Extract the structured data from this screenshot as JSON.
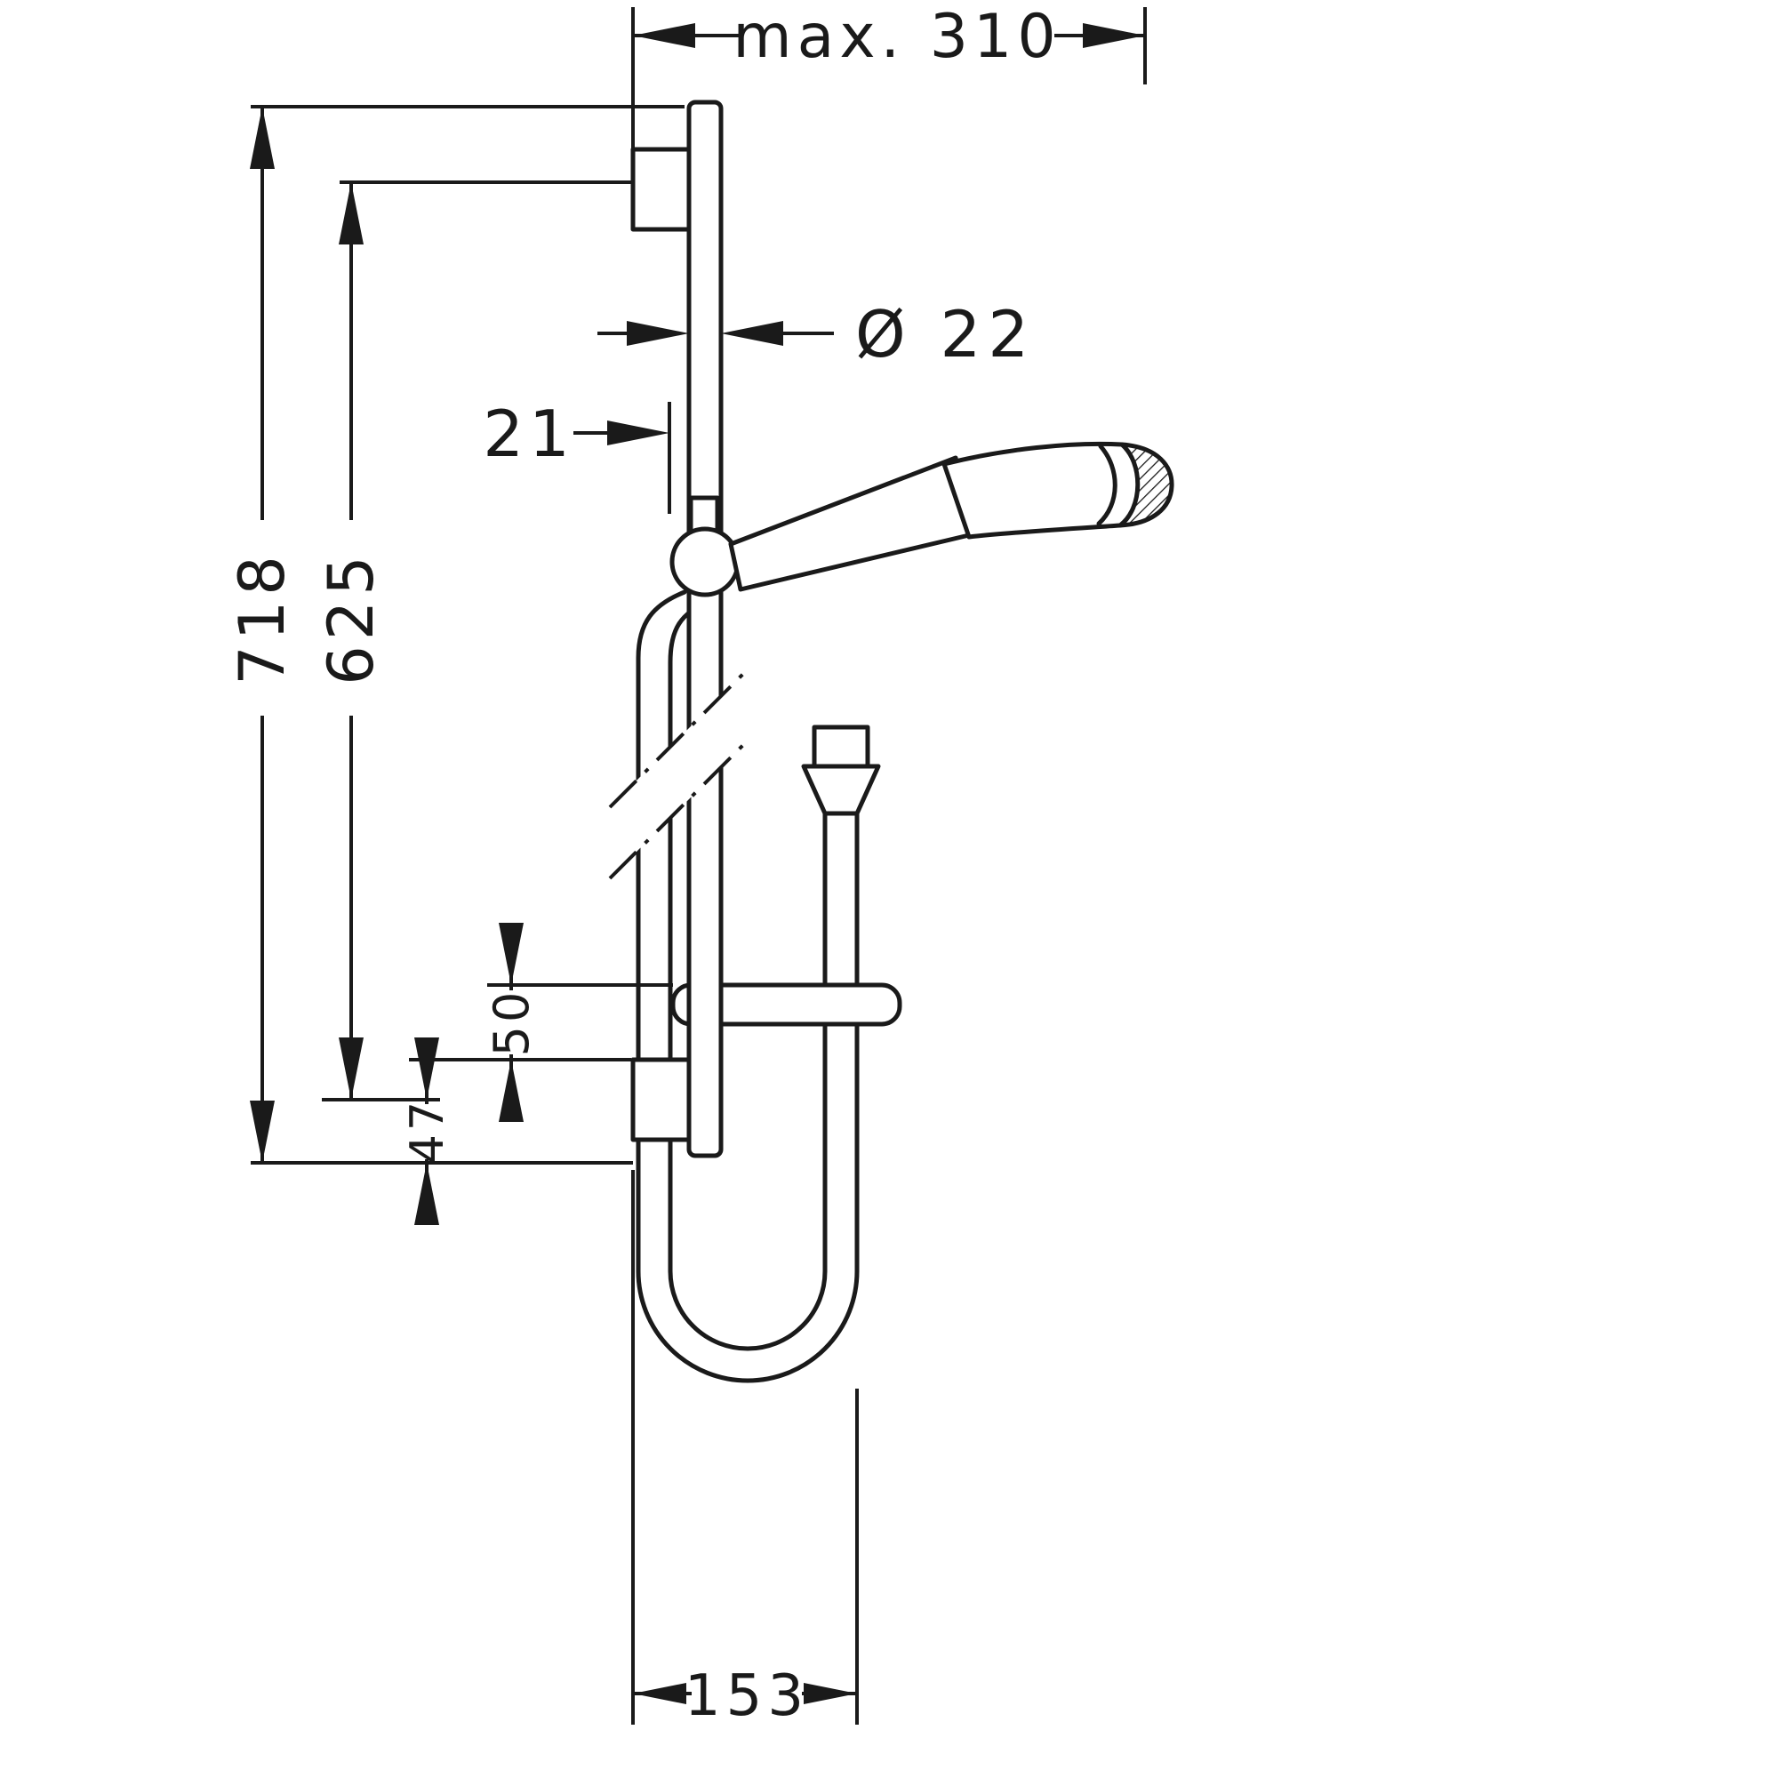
{
  "drawing": {
    "colors": {
      "ink": "#1a1a1a",
      "background": "#ffffff"
    },
    "dimensions": {
      "max_reach": "max. 310",
      "rail_diameter": "Ø 22",
      "wall_offset": "21",
      "overall_height": "718",
      "rail_length": "625",
      "soap_dish_spacing": "50",
      "lower_bracket_spacing": "47",
      "hose_loop_width": "153"
    }
  }
}
